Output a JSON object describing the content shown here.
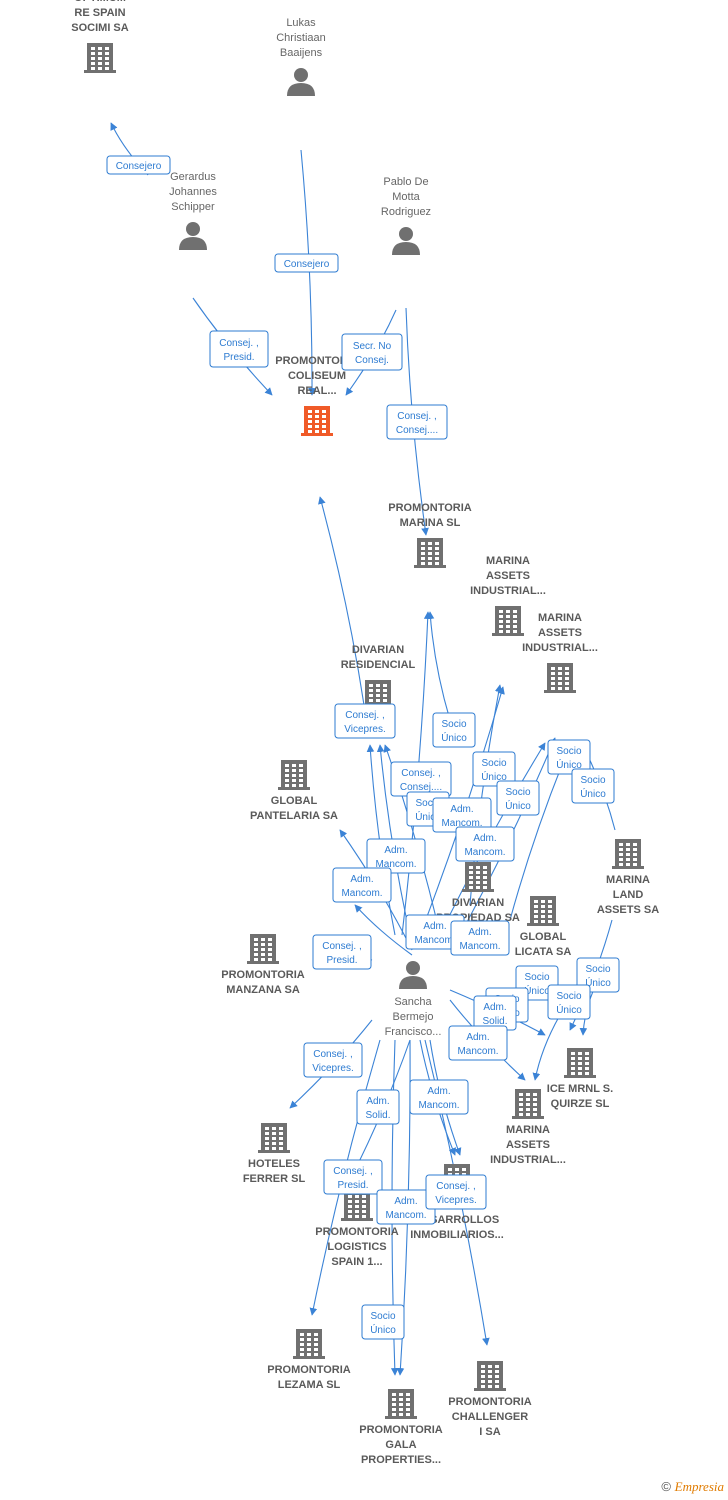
{
  "colors": {
    "edge": "#3b83d6",
    "company": "#707070",
    "focus": "#f05a28",
    "person": "#707070"
  },
  "nodes": [
    {
      "id": "optimum",
      "type": "company",
      "lines": [
        "OPTIMUM",
        "RE SPAIN",
        "SOCIMI SA"
      ]
    },
    {
      "id": "lukas",
      "type": "person",
      "lines": [
        "Lukas",
        "Christiaan",
        "Baaijens"
      ]
    },
    {
      "id": "gerardus",
      "type": "person",
      "lines": [
        "Gerardus",
        "Johannes",
        "Schipper"
      ]
    },
    {
      "id": "pablo",
      "type": "person",
      "lines": [
        "Pablo De",
        "Motta",
        "Rodriguez"
      ]
    },
    {
      "id": "coliseum",
      "type": "company",
      "focus": true,
      "lines": [
        "PROMONTORIA",
        "COLISEUM",
        "REAL..."
      ]
    },
    {
      "id": "pmarina",
      "type": "company",
      "lines": [
        "PROMONTORIA",
        "MARINA  SL"
      ]
    },
    {
      "id": "mai1",
      "type": "company",
      "lines": [
        "MARINA",
        "ASSETS",
        "INDUSTRIAL..."
      ]
    },
    {
      "id": "mai2",
      "type": "company",
      "lines": [
        "MARINA",
        "ASSETS",
        "INDUSTRIAL..."
      ]
    },
    {
      "id": "divres",
      "type": "company",
      "lines": [
        "DIVARIAN",
        "RESIDENCIAL"
      ]
    },
    {
      "id": "pantelaria",
      "type": "company",
      "lines": [
        "GLOBAL",
        "PANTELARIA SA"
      ]
    },
    {
      "id": "marinaland",
      "type": "company",
      "lines": [
        "MARINA",
        "LAND",
        "ASSETS SA"
      ]
    },
    {
      "id": "divprop",
      "type": "company",
      "lines": [
        "DIVARIAN",
        "PROPIEDAD SA"
      ]
    },
    {
      "id": "licata",
      "type": "company",
      "lines": [
        "GLOBAL",
        "LICATA SA"
      ]
    },
    {
      "id": "manzana",
      "type": "company",
      "lines": [
        "PROMONTORIA",
        "MANZANA SA"
      ]
    },
    {
      "id": "sancha",
      "type": "person",
      "lines": [
        "Sancha",
        "Bermejo",
        "Francisco..."
      ]
    },
    {
      "id": "icemrnl",
      "type": "company",
      "lines": [
        "ICE MRNL S.",
        "QUIRZE  SL"
      ]
    },
    {
      "id": "mai3",
      "type": "company",
      "lines": [
        "MARINA",
        "ASSETS",
        "INDUSTRIAL..."
      ]
    },
    {
      "id": "hoteles",
      "type": "company",
      "lines": [
        "HOTELES",
        "FERRER SL"
      ]
    },
    {
      "id": "logistics",
      "type": "company",
      "lines": [
        "PROMONTORIA",
        "LOGISTICS",
        "SPAIN 1..."
      ]
    },
    {
      "id": "divdes",
      "type": "company",
      "lines": [
        "DIVARIAN",
        "DESARROLLOS",
        "INMOBILIARIOS..."
      ]
    },
    {
      "id": "lezama",
      "type": "company",
      "lines": [
        "PROMONTORIA",
        "LEZAMA  SL"
      ]
    },
    {
      "id": "challenger",
      "type": "company",
      "lines": [
        "PROMONTORIA",
        "CHALLENGER",
        "I SA"
      ]
    },
    {
      "id": "gala",
      "type": "company",
      "lines": [
        "PROMONTORIA",
        "GALA",
        "PROPERTIES..."
      ]
    }
  ],
  "edge_labels": [
    {
      "id": "e1",
      "lines": [
        "Consejero"
      ]
    },
    {
      "id": "e2",
      "lines": [
        "Consejero"
      ]
    },
    {
      "id": "e3",
      "lines": [
        "Consej. ,",
        "Presid."
      ]
    },
    {
      "id": "e4",
      "lines": [
        "Secr.  No",
        "Consej."
      ]
    },
    {
      "id": "e5",
      "lines": [
        "Consej. ,",
        "Consej...."
      ]
    },
    {
      "id": "e6",
      "lines": [
        "Consej. ,",
        "Vicepres."
      ]
    },
    {
      "id": "e7",
      "lines": [
        "Socio",
        "Único"
      ]
    },
    {
      "id": "e8",
      "lines": [
        "Socio",
        "Único"
      ]
    },
    {
      "id": "e9",
      "lines": [
        "Socio",
        "Único"
      ]
    },
    {
      "id": "e10",
      "lines": [
        "Socio",
        "Único"
      ]
    },
    {
      "id": "e11",
      "lines": [
        "Socio",
        "Único"
      ]
    },
    {
      "id": "e12",
      "lines": [
        "Consej. ,",
        "Consej...."
      ]
    },
    {
      "id": "e13",
      "lines": [
        "Socio",
        "Único"
      ]
    },
    {
      "id": "e14",
      "lines": [
        "Adm.",
        "Mancom."
      ]
    },
    {
      "id": "e15",
      "lines": [
        "Adm.",
        "Mancom."
      ]
    },
    {
      "id": "e16",
      "lines": [
        "Adm.",
        "Mancom."
      ]
    },
    {
      "id": "e17",
      "lines": [
        "Adm.",
        "Mancom."
      ]
    },
    {
      "id": "e18",
      "lines": [
        "Adm.",
        "Mancom."
      ]
    },
    {
      "id": "e19",
      "lines": [
        "Adm.",
        "Mancom."
      ]
    },
    {
      "id": "e20",
      "lines": [
        "Consej. ,",
        "Presid."
      ]
    },
    {
      "id": "e21",
      "lines": [
        "Socio",
        "Único"
      ]
    },
    {
      "id": "e22",
      "lines": [
        "Socio",
        "Único"
      ]
    },
    {
      "id": "e23",
      "lines": [
        "Socio",
        "Único"
      ]
    },
    {
      "id": "e24",
      "lines": [
        "Socio",
        "Único"
      ]
    },
    {
      "id": "e25",
      "lines": [
        "Adm.",
        "Solid."
      ]
    },
    {
      "id": "e26",
      "lines": [
        "Adm.",
        "Mancom."
      ]
    },
    {
      "id": "e27",
      "lines": [
        "Consej. ,",
        "Vicepres."
      ]
    },
    {
      "id": "e28",
      "lines": [
        "Adm.",
        "Solid."
      ]
    },
    {
      "id": "e29",
      "lines": [
        "Adm.",
        "Mancom."
      ]
    },
    {
      "id": "e30",
      "lines": [
        "Consej. ,",
        "Presid."
      ]
    },
    {
      "id": "e31",
      "lines": [
        "Adm.",
        "Mancom."
      ]
    },
    {
      "id": "e32",
      "lines": [
        "Consej. ,",
        "Vicepres."
      ]
    },
    {
      "id": "e33",
      "lines": [
        "Socio",
        "Único"
      ]
    }
  ],
  "footer": {
    "copyright": "©",
    "brand": "Empresia"
  }
}
